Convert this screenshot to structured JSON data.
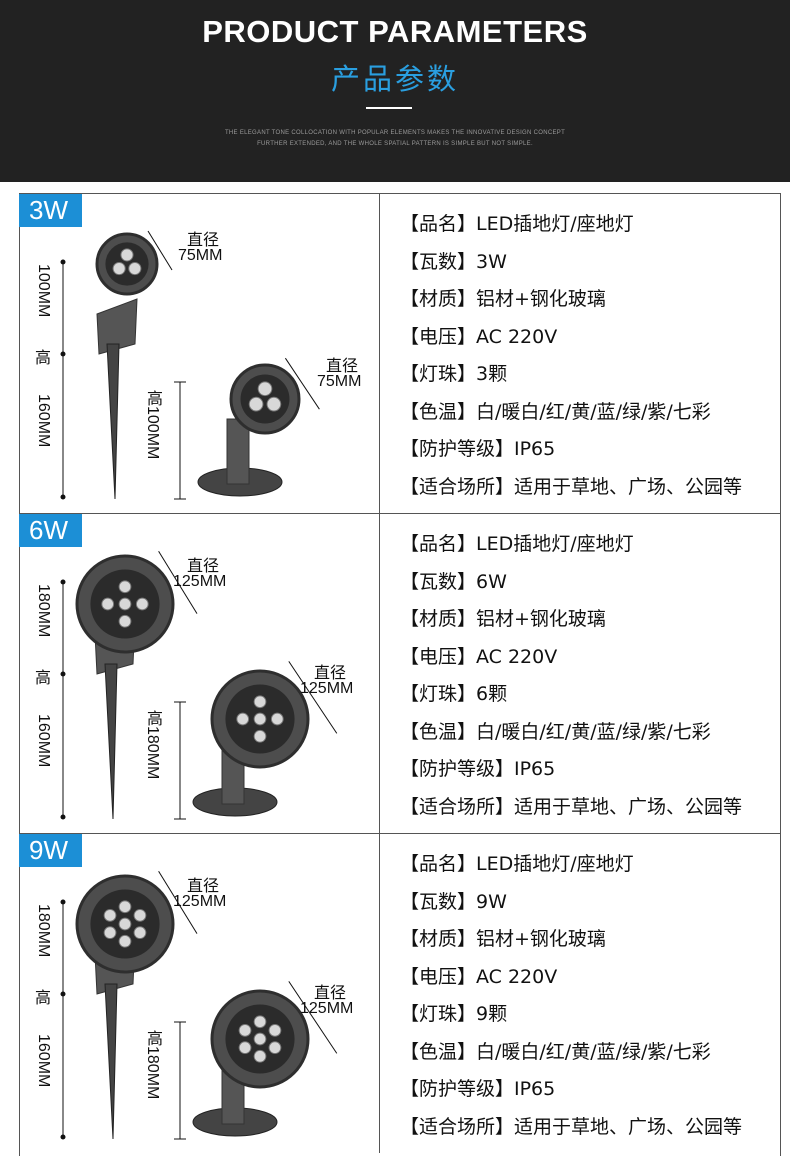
{
  "header": {
    "title_en": "PRODUCT PARAMETERS",
    "title_cn": "产品参数",
    "tagline_1": "THE ELEGANT TONE COLLOCATION WITH POPULAR ELEMENTS MAKES THE INNOVATIVE DESIGN CONCEPT",
    "tagline_2": "FURTHER EXTENDED, AND THE WHOLE SPATIAL PATTERN IS SIMPLE BUT NOT SIMPLE."
  },
  "colors": {
    "header_bg": "#222222",
    "accent": "#2a9fe0",
    "badge": "#1c8fd6"
  },
  "products": [
    {
      "badge": "3W",
      "dims": {
        "spike_top": "100MM",
        "spike_mid": "高",
        "spike_bottom": "160MM",
        "d1_label": "直径",
        "d1_value": "75MM",
        "d2_label": "直径",
        "d2_value": "75MM",
        "base_height": "高100MM"
      },
      "specs": [
        "【品名】LED插地灯/座地灯",
        "【瓦数】3W",
        "【材质】铝材+钢化玻璃",
        "【电压】AC 220V",
        "【灯珠】3颗",
        "【色温】白/暖白/红/黄/蓝/绿/紫/七彩",
        "【防护等级】IP65",
        "【适合场所】适用于草地、广场、公园等"
      ],
      "led_count": 3
    },
    {
      "badge": "6W",
      "dims": {
        "spike_top": "180MM",
        "spike_mid": "高",
        "spike_bottom": "160MM",
        "d1_label": "直径",
        "d1_value": "125MM",
        "d2_label": "直径",
        "d2_value": "125MM",
        "base_height": "高180MM"
      },
      "specs": [
        "【品名】LED插地灯/座地灯",
        "【瓦数】6W",
        "【材质】铝材+钢化玻璃",
        "【电压】AC 220V",
        "【灯珠】6颗",
        "【色温】白/暖白/红/黄/蓝/绿/紫/七彩",
        "【防护等级】IP65",
        "【适合场所】适用于草地、广场、公园等"
      ],
      "led_count": 5
    },
    {
      "badge": "9W",
      "dims": {
        "spike_top": "180MM",
        "spike_mid": "高",
        "spike_bottom": "160MM",
        "d1_label": "直径",
        "d1_value": "125MM",
        "d2_label": "直径",
        "d2_value": "125MM",
        "base_height": "高180MM"
      },
      "specs": [
        "【品名】LED插地灯/座地灯",
        "【瓦数】9W",
        "【材质】铝材+钢化玻璃",
        "【电压】AC 220V",
        "【灯珠】9颗",
        "【色温】白/暖白/红/黄/蓝/绿/紫/七彩",
        "【防护等级】IP65",
        "【适合场所】适用于草地、广场、公园等"
      ],
      "led_count": 7
    }
  ]
}
